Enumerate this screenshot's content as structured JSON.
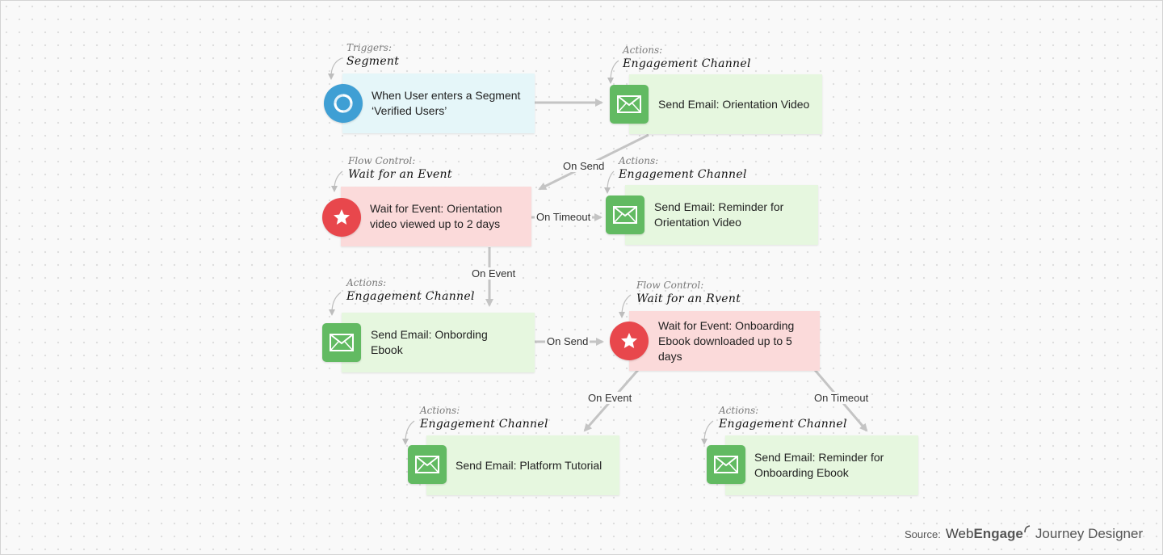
{
  "nodes": {
    "trigger_segment": {
      "category": "Triggers:",
      "title": "Segment",
      "line1": "When User enters a Segment",
      "line2": "‘Verified Users’",
      "icon": "segment-refresh-icon"
    },
    "email_orientation": {
      "category": "Actions:",
      "title": "Engagement Channel",
      "line1": "Send Email: Orientation Video",
      "line2": "",
      "icon": "envelope-icon"
    },
    "wait_orientation": {
      "category": "Flow Control:",
      "title": "Wait for an Event",
      "line1": "Wait for Event: Orientation",
      "line2": "video viewed up to 2 days",
      "icon": "star-icon"
    },
    "email_reminder_orientation": {
      "category": "Actions:",
      "title": "Engagement Channel",
      "line1": "Send Email: Reminder for",
      "line2": "Orientation Video",
      "icon": "envelope-icon"
    },
    "email_onbording": {
      "category": "Actions:",
      "title": "Engagement Channel",
      "line1": "Send Email: Onbording",
      "line2": "Ebook",
      "icon": "envelope-icon"
    },
    "wait_ebook": {
      "category": "Flow Control:",
      "title": "Wait for an Rvent",
      "line1": "Wait for Event: Onboarding",
      "line2": "Ebook downloaded up to 5 days",
      "icon": "star-icon"
    },
    "email_tutorial": {
      "category": "Actions:",
      "title": "Engagement Channel",
      "line1": "Send Email: Platform Tutorial",
      "line2": "",
      "icon": "envelope-icon"
    },
    "email_reminder_ebook": {
      "category": "Actions:",
      "title": "Engagement Channel",
      "line1": "Send Email: Reminder for",
      "line2": "Onboarding Ebook",
      "icon": "envelope-icon"
    }
  },
  "edges": {
    "on_send_1": "On Send",
    "on_timeout_1": "On Timeout",
    "on_event_1": "On Event",
    "on_send_2": "On Send",
    "on_event_2": "On Event",
    "on_timeout_2": "On Timeout"
  },
  "source": {
    "label": "Source:",
    "brand_web": "Web",
    "brand_engage": "Engage",
    "product": "Journey Designer"
  },
  "colors": {
    "trigger_bg": "#e5f6f9",
    "action_bg": "#e6f7df",
    "flow_bg": "#fbdada",
    "action_icon": "#62ba62",
    "trigger_icon": "#3f9fd4",
    "flow_icon": "#e8474c",
    "connector": "#c4c4c4"
  }
}
